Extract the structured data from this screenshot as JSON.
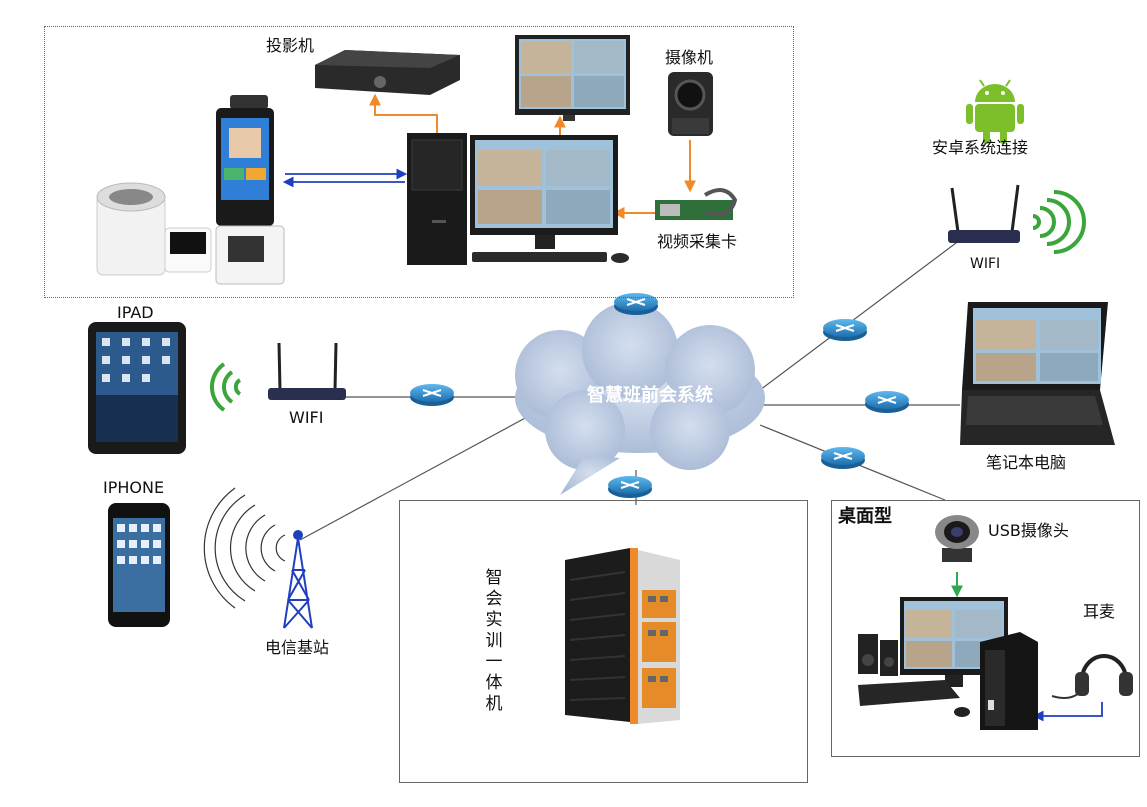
{
  "cloud_label": "智慧班前会系统",
  "labels": {
    "projector": "投影机",
    "camera": "摄像机",
    "capture_card": "视频采集卡",
    "android": "安卓系统连接",
    "wifi_right": "WIFI",
    "ipad": "IPAD",
    "wifi_left": "WIFI",
    "iphone": "IPHONE",
    "base_station": "电信基站",
    "laptop": "笔记本电脑",
    "desktop_type": "桌面型",
    "usb_camera": "USB摄像头",
    "headset": "耳麦",
    "all_in_one": "智会实训一体机"
  },
  "colors": {
    "link_line": "#555555",
    "arrow_orange": "#f0892a",
    "arrow_blue": "#1f3fbf",
    "arrow_green": "#2fa84f",
    "cloud": "#b8c7e0",
    "router": "#2e8fd0",
    "wifi_signal": "#3aa63a",
    "android": "#7cbf2a"
  }
}
